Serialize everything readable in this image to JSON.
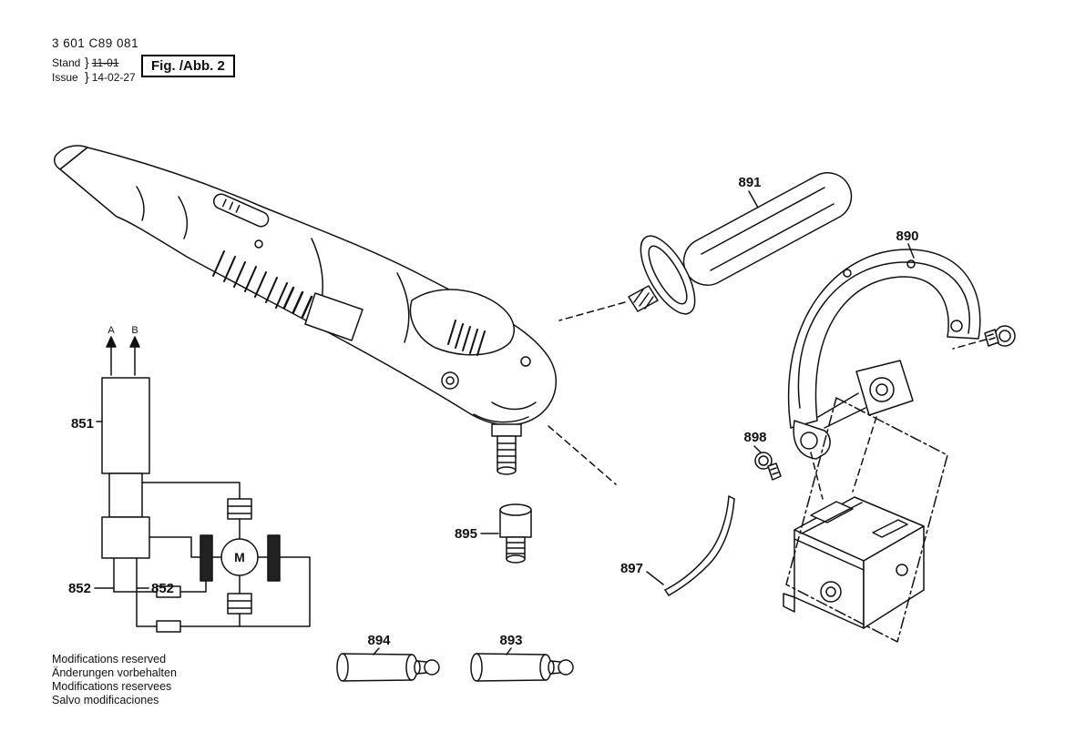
{
  "header": {
    "part_number": "3 601 C89 081",
    "stand_label": "Stand",
    "issue_label": "Issue",
    "brace": "}",
    "old_date": "11-01",
    "new_date": "14-02-27",
    "figure_label": "Fig. /Abb. 2"
  },
  "callouts": {
    "c851": "851",
    "c852_left": "852",
    "c852_right": "852",
    "c890": "890",
    "c891": "891",
    "c893": "893",
    "c894": "894",
    "c895": "895",
    "c897": "897",
    "c898": "898"
  },
  "schematic": {
    "terminal_a": "A",
    "terminal_b": "B",
    "motor": "M"
  },
  "footer": {
    "lines": [
      "Modifications reserved",
      "Änderungen vorbehalten",
      "Modifications reservees",
      "Salvo modificaciones"
    ]
  },
  "colors": {
    "ink": "#111111",
    "background": "#ffffff"
  }
}
